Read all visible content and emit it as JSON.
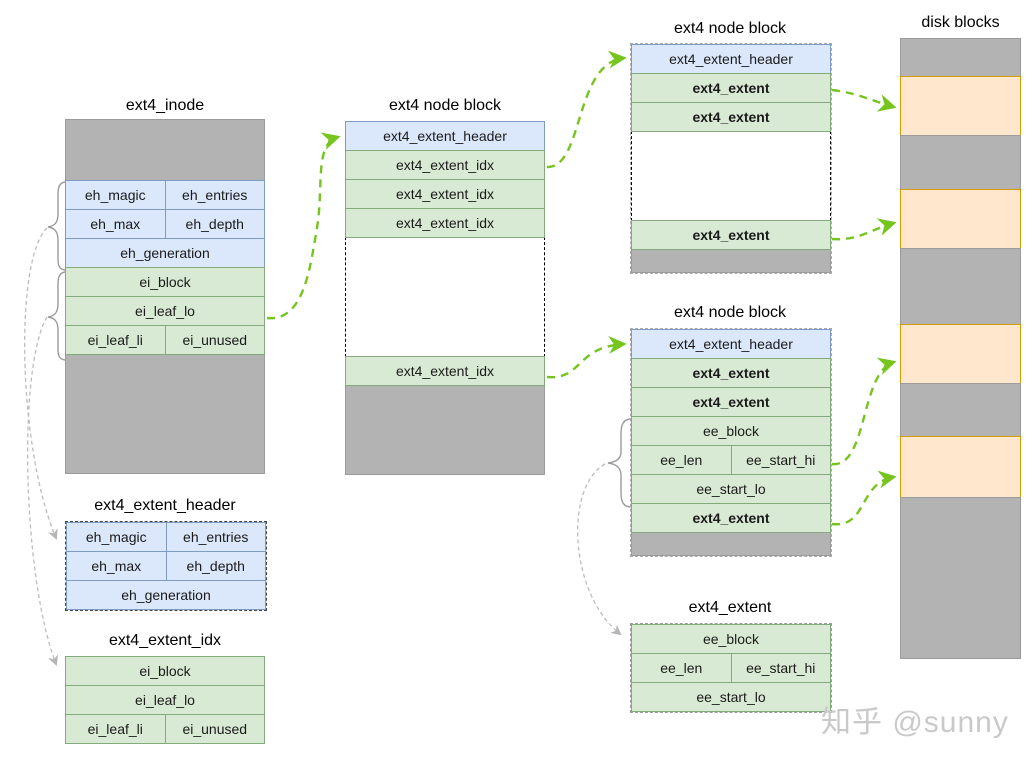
{
  "blocks": {
    "inode": {
      "title": "ext4_inode",
      "rows": [
        [
          "eh_magic",
          "eh_entries"
        ],
        [
          "eh_max",
          "eh_depth"
        ],
        [
          "eh_generation"
        ],
        [
          "ei_block"
        ],
        [
          "ei_leaf_lo"
        ],
        [
          "ei_leaf_li",
          "ei_unused"
        ]
      ]
    },
    "node_mid": {
      "title": "ext4 node block",
      "rows": [
        [
          "ext4_extent_header"
        ],
        [
          "ext4_extent_idx"
        ],
        [
          "ext4_extent_idx"
        ],
        [
          "ext4_extent_idx"
        ],
        [
          "ext4_extent_idx"
        ]
      ]
    },
    "node_top_right": {
      "title": "ext4 node block",
      "rows": [
        [
          "ext4_extent_header"
        ],
        [
          "ext4_extent"
        ],
        [
          "ext4_extent"
        ],
        [
          "ext4_extent"
        ]
      ]
    },
    "node_mid_right": {
      "title": "ext4 node block",
      "rows": [
        [
          "ext4_extent_header"
        ],
        [
          "ext4_extent"
        ],
        [
          "ext4_extent"
        ],
        [
          "ee_block"
        ],
        [
          "ee_len",
          "ee_start_hi"
        ],
        [
          "ee_start_lo"
        ],
        [
          "ext4_extent"
        ]
      ]
    },
    "extent_header_struct": {
      "title": "ext4_extent_header",
      "rows": [
        [
          "eh_magic",
          "eh_entries"
        ],
        [
          "eh_max",
          "eh_depth"
        ],
        [
          "eh_generation"
        ]
      ]
    },
    "extent_idx_struct": {
      "title": "ext4_extent_idx",
      "rows": [
        [
          "ei_block"
        ],
        [
          "ei_leaf_lo"
        ],
        [
          "ei_leaf_li",
          "ei_unused"
        ]
      ]
    },
    "extent_struct": {
      "title": "ext4_extent",
      "rows": [
        [
          "ee_block"
        ],
        [
          "ee_len",
          "ee_start_hi"
        ],
        [
          "ee_start_lo"
        ]
      ]
    },
    "disk": {
      "title": "disk blocks"
    }
  },
  "watermark": "知乎 @sunny",
  "colors": {
    "header_fill": "#dbe8fc",
    "header_border": "#7e9cc2",
    "field_fill": "#d9ead4",
    "field_border": "#83aa7d",
    "unused_fill": "#b3b3b3",
    "disk_used_fill": "#ffe7cd",
    "disk_used_border": "#d79b00",
    "arrow_green": "#76c41e",
    "arrow_gray": "#b5b5b5"
  }
}
